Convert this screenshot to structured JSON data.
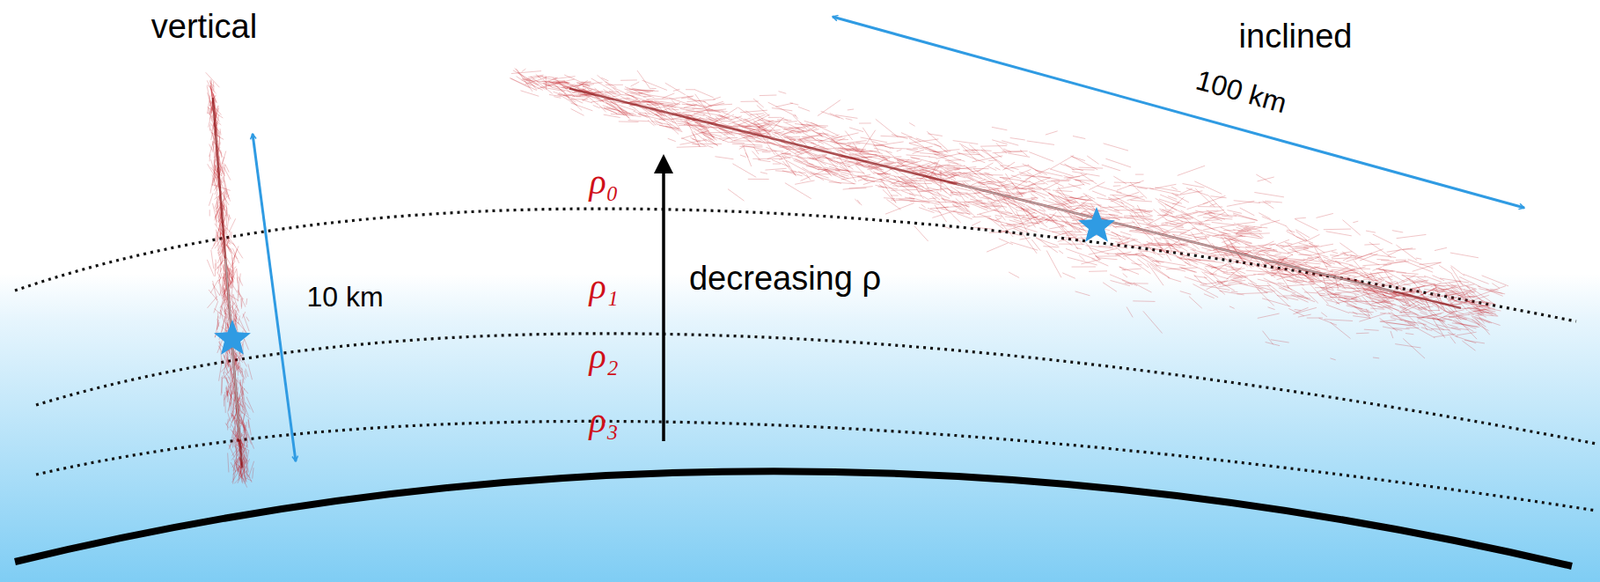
{
  "diagram": {
    "labels": [
      "vertical",
      "inclined",
      "100 km",
      "10 km",
      "ρ₀",
      "ρ₁",
      "ρ₂",
      "ρ₃",
      "decreasing ρ"
    ]
  }
}
